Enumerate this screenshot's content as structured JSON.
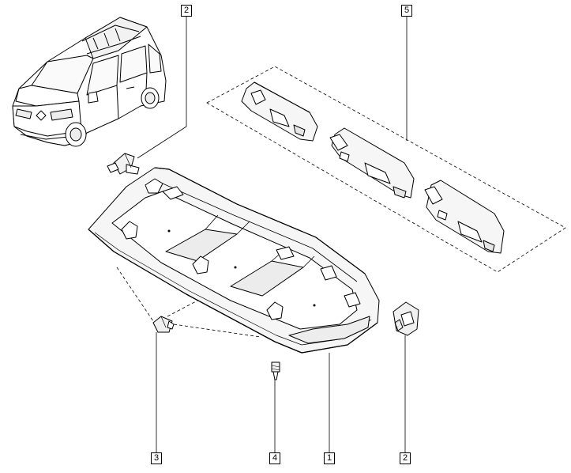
{
  "callouts": {
    "c1": "1",
    "c2_top": "2",
    "c2_bottom": "2",
    "c3": "3",
    "c4": "4",
    "c5": "5"
  },
  "colors": {
    "line": "#000000",
    "background": "#ffffff",
    "part_fill": "#f6f6f6",
    "shade": "#dcdcdc"
  }
}
